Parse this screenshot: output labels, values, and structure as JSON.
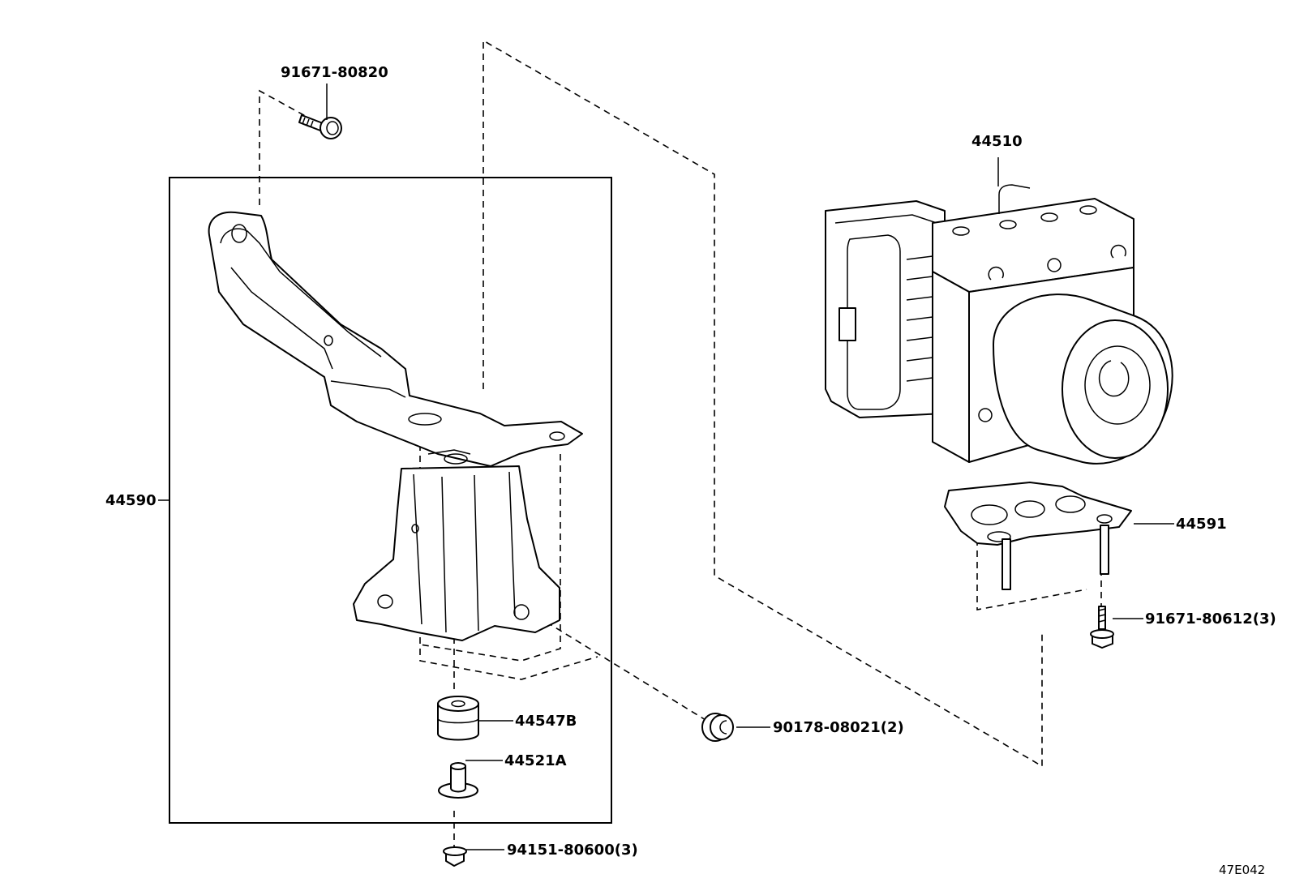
{
  "labels": {
    "bolt_top": "91671-80820",
    "actuator": "44510",
    "bracket_assy": "44590",
    "cushion_plate": "44591",
    "stud_bolt": "91671-80612(3)",
    "cushion": "44547B",
    "collar": "44521A",
    "nut_mid": "90178-08021(2)",
    "bolt_bottom": "94151-80600(3)",
    "figure_code": "47E042"
  }
}
